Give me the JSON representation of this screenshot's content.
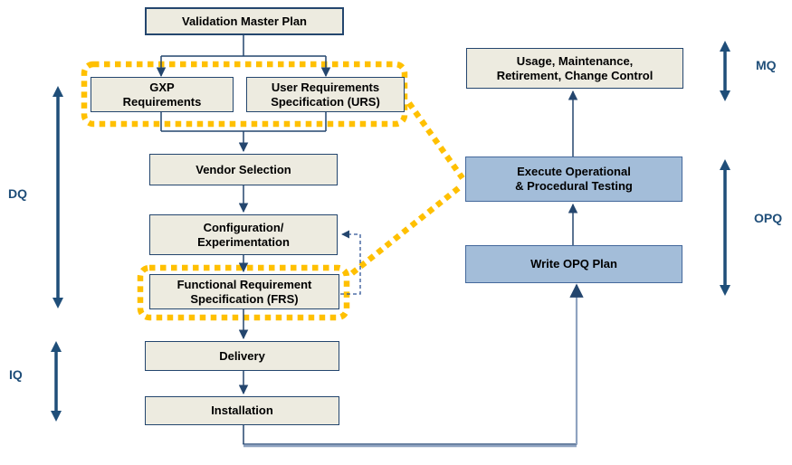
{
  "colors": {
    "highlight_yellow": "#FFC000",
    "connector_navy": "#24466E",
    "connector_light": "#8FA3C0",
    "box_fill_beige": "#EDEBE0",
    "box_fill_blue": "#A3BDD9",
    "box_border_navy": "#24466E",
    "phase_label_blue": "#1F4E79"
  },
  "nodes": {
    "vmp": {
      "label": "Validation Master Plan"
    },
    "gxp": {
      "label": "GXP\nRequirements"
    },
    "urs": {
      "label": "User Requirements\nSpecification (URS)"
    },
    "vendor": {
      "label": "Vendor Selection"
    },
    "config": {
      "label": "Configuration/\nExperimentation"
    },
    "frs": {
      "label": "Functional Requirement\nSpecification (FRS)"
    },
    "delivery": {
      "label": "Delivery"
    },
    "installation": {
      "label": "Installation"
    },
    "usage": {
      "label": "Usage, Maintenance,\nRetirement, Change Control"
    },
    "execute": {
      "label": "Execute Operational\n& Procedural Testing"
    },
    "opq_plan": {
      "label": "Write OPQ Plan"
    }
  },
  "phases": {
    "dq": "DQ",
    "iq": "IQ",
    "mq": "MQ",
    "opq": "OPQ"
  },
  "edges": [
    {
      "from": "Validation Master Plan",
      "to": "GXP Requirements",
      "style": "solid-arrow"
    },
    {
      "from": "Validation Master Plan",
      "to": "User Requirements Specification (URS)",
      "style": "solid-arrow"
    },
    {
      "from": "GXP Requirements / URS",
      "to": "Vendor Selection",
      "style": "solid-arrow"
    },
    {
      "from": "Vendor Selection",
      "to": "Configuration/Experimentation",
      "style": "solid-arrow"
    },
    {
      "from": "Configuration/Experimentation",
      "to": "Functional Requirement Specification (FRS)",
      "style": "solid-arrow"
    },
    {
      "from": "Functional Requirement Specification (FRS)",
      "to": "Configuration/Experimentation",
      "style": "dashed-feedback-arrow"
    },
    {
      "from": "Functional Requirement Specification (FRS)",
      "to": "Delivery",
      "style": "solid-arrow"
    },
    {
      "from": "Delivery",
      "to": "Installation",
      "style": "solid-arrow"
    },
    {
      "from": "Installation",
      "to": "Write OPQ Plan",
      "style": "solid-arrow"
    },
    {
      "from": "Write OPQ Plan",
      "to": "Execute Operational & Procedural Testing",
      "style": "solid-arrow"
    },
    {
      "from": "Execute Operational & Procedural Testing",
      "to": "Usage, Maintenance, Retirement, Change Control",
      "style": "solid-arrow"
    },
    {
      "from": "GXP/URS highlight group",
      "to": "Execute Operational & Procedural Testing",
      "style": "yellow-dotted"
    },
    {
      "from": "FRS highlight group",
      "to": "Execute Operational & Procedural Testing",
      "style": "yellow-dotted"
    }
  ]
}
